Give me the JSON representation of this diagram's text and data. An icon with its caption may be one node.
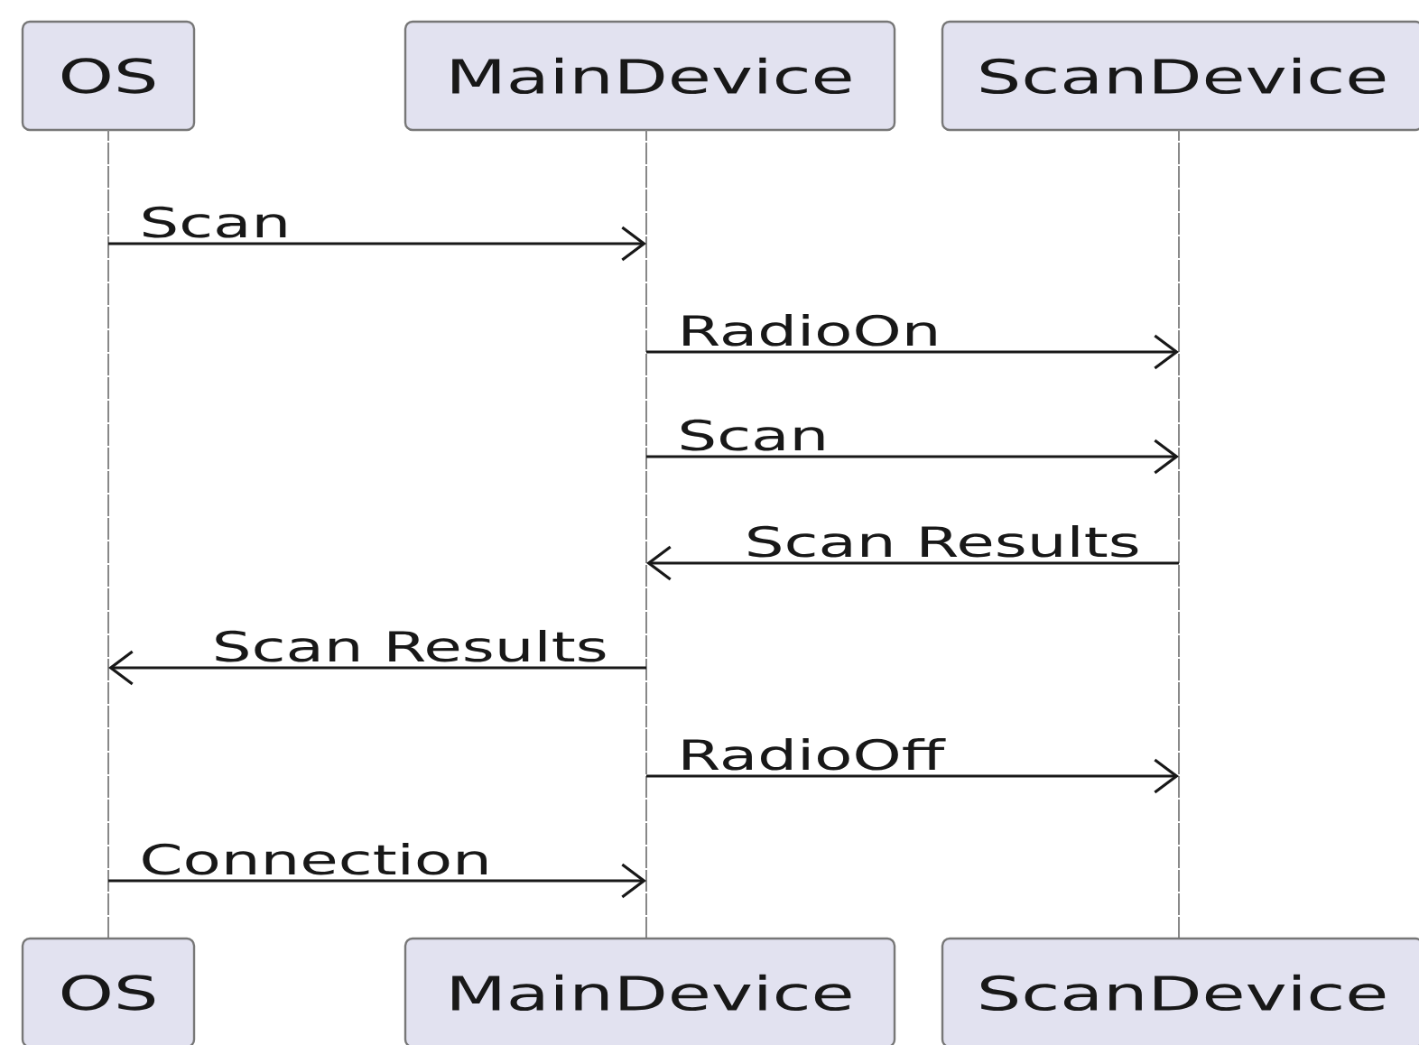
{
  "diagram": {
    "nodes": [
      {
        "text": [
          "OS"
        ]
      },
      {
        "text": [
          "MainDevice"
        ]
      },
      {
        "text": [
          "ScanDevice"
        ]
      },
      {
        "text": [],
        "shape": "line"
      },
      {
        "text": [],
        "shape": "line"
      },
      {
        "text": [],
        "shape": "line"
      },
      {
        "text": [
          "OS"
        ]
      },
      {
        "text": [
          "MainDevice"
        ]
      },
      {
        "text": [
          "ScanDevice"
        ]
      }
    ],
    "edges": [
      {
        "from": 3,
        "to": 4,
        "arrow": "to",
        "label": "Scan"
      },
      {
        "from": 4,
        "to": 5,
        "arrow": "to",
        "label": "RadioOn"
      },
      {
        "from": 4,
        "to": 5,
        "arrow": "to",
        "label": "Scan"
      },
      {
        "from": 5,
        "to": 4,
        "arrow": "to",
        "label": "Scan Results"
      },
      {
        "from": 4,
        "to": 3,
        "arrow": "to",
        "label": "Scan Results"
      },
      {
        "from": 4,
        "to": 5,
        "arrow": "to",
        "label": "RadioOff"
      },
      {
        "from": 3,
        "to": 4,
        "arrow": "to",
        "label": "Connection"
      }
    ]
  }
}
